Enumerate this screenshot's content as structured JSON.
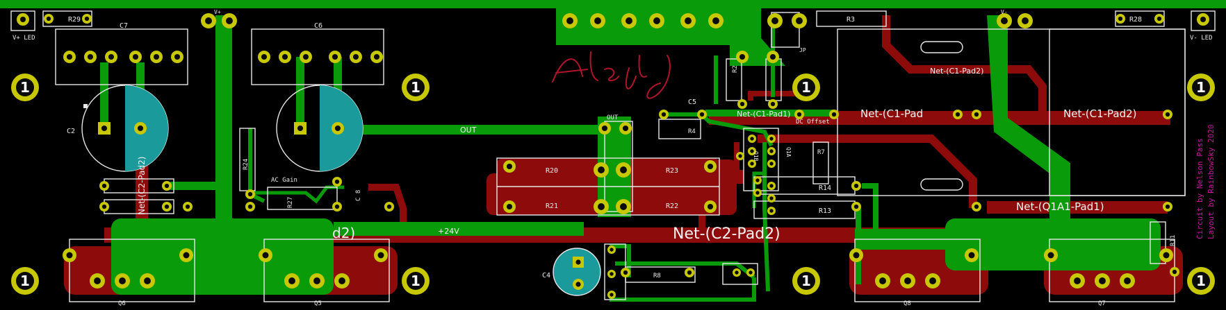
{
  "board": {
    "colors": {
      "background": "#000000",
      "top_copper": "#0a9b0a",
      "bottom_copper": "#8e0b0b",
      "pad": "#c8c800",
      "hole": "#0a0a0a",
      "silkscreen": "#e8e8e8",
      "cap_fill": "#1a9a9a",
      "credit": "#c2189a"
    },
    "signature": "Aleph J",
    "credits": {
      "line1": "Circuit by Nelson Pass",
      "line2": "Layout by RainbowSky 2020"
    },
    "labels": {
      "led_left": "V+ LED",
      "led_right": "V- LED",
      "r29": "R29",
      "r28": "R28",
      "r3": "R3",
      "c7": "C7",
      "c6": "C6",
      "c2": "C2",
      "c5": "C5",
      "c4": "C4",
      "r24": "R24",
      "r27": "R27",
      "ac_gain": "AC Gain",
      "c8": "C 8",
      "r20": "R20",
      "r21": "R21",
      "r22": "R22",
      "r23": "R23",
      "r4": "R4",
      "r14": "R14",
      "r13": "R13",
      "r7": "R7",
      "r2": "R2",
      "r8": "R8",
      "r11": "R11",
      "jp": "JP",
      "dc_offset": "DC Offset",
      "q6": "Q6",
      "q5": "Q5",
      "q8": "Q8",
      "q7": "Q7",
      "out_silk": "OUT",
      "vplus_top": "V+",
      "vminus_top": "V-",
      "q1a": "Q1A",
      "q1b": "Q1B"
    },
    "nets": {
      "out": "OUT",
      "plus24": "+24V",
      "c1_pad1": "Net-(C1-Pad1)",
      "c1_pad2_top": "Net-(C1-Pad2)",
      "c1_pad_mid": "Net-(C1-Pad",
      "c1_pad2_right": "Net-(C1-Pad2)",
      "c2_pad2_big": "Net-(C2-Pad2)",
      "c2_pad2_vertical": "Net-(C2-Pad2)",
      "d2_fragment": "d2)",
      "q1a1_pad1": "Net-(Q1A1-Pad1)"
    },
    "mounting_hole_label": "1"
  }
}
